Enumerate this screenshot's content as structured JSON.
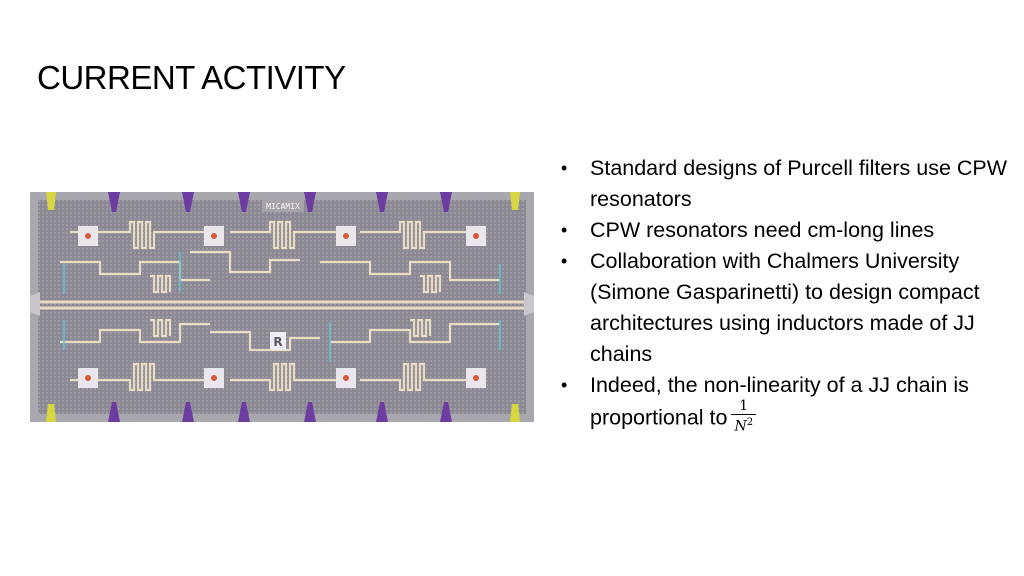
{
  "slide": {
    "title": "CURRENT ACTIVITY",
    "chip_label": "MICAMIX",
    "chip_center_glyph": "R",
    "bullets": [
      "Standard designs of Purcell filters use CPW resonators",
      "CPW resonators need cm-long lines",
      "Collaboration with Chalmers University  (Simone Gasparinetti) to design compact architectures  using inductors made of JJ chains",
      "Indeed, the non-linearity of a JJ chain is proportional to"
    ],
    "formula": {
      "numerator": "1",
      "denominator": "N",
      "exponent": "2"
    }
  },
  "colors": {
    "chip_background": "#8d8a94",
    "chip_lines": "#e9dcc4",
    "pad_purple": "#6d3ca0",
    "pad_yellow": "#d8d640",
    "accent_cyan": "#5fc2d8"
  }
}
